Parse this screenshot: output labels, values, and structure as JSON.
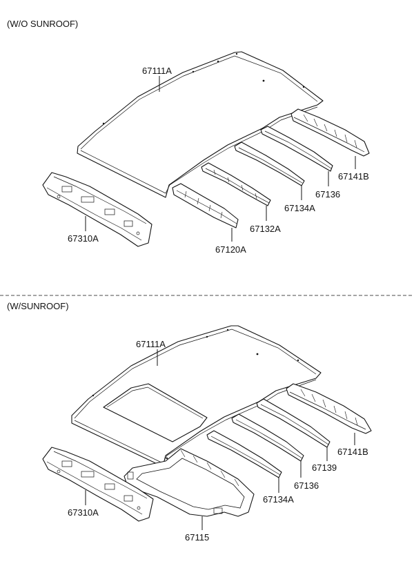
{
  "sections": [
    {
      "title": "(W/O SUNROOF)",
      "labels": [
        "67111A",
        "67141B",
        "67136",
        "67134A",
        "67132A",
        "67120A",
        "67310A"
      ]
    },
    {
      "title": "(W/SUNROOF)",
      "labels": [
        "67111A",
        "67141B",
        "67139",
        "67136",
        "67134A",
        "67310A",
        "67115"
      ]
    }
  ]
}
